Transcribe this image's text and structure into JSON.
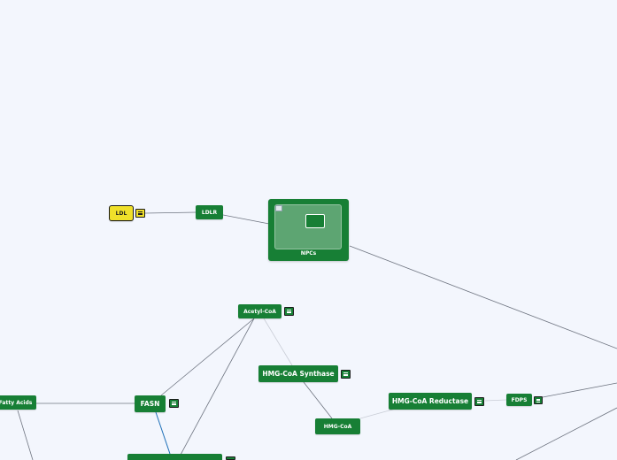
{
  "nodes": {
    "ldl": {
      "label": "LDL"
    },
    "ldlr": {
      "label": "LDLR"
    },
    "npcs": {
      "label": "NPCs"
    },
    "acetyl_coa": {
      "label": "Acetyl-CoA"
    },
    "hmg_coa_synthase": {
      "label": "HMG-CoA Synthase"
    },
    "hmg_coa_reductase": {
      "label": "HMG-CoA Reductase"
    },
    "fdps": {
      "label": "FDPS"
    },
    "hmg_coa": {
      "label": "HMG-CoA"
    },
    "fatty_acids": {
      "label": "Fatty Acids"
    },
    "fasn": {
      "label": "FASN"
    }
  },
  "icons": {
    "menu": "notes-list-icon",
    "image": "image-placeholder-icon"
  },
  "colors": {
    "background": "#f3f6fd",
    "node_green": "#177f35",
    "node_yellow": "#f0e02a",
    "edge_gray": "#6e7480",
    "edge_light": "#c9cdd6",
    "edge_blue": "#1d6fb8"
  }
}
